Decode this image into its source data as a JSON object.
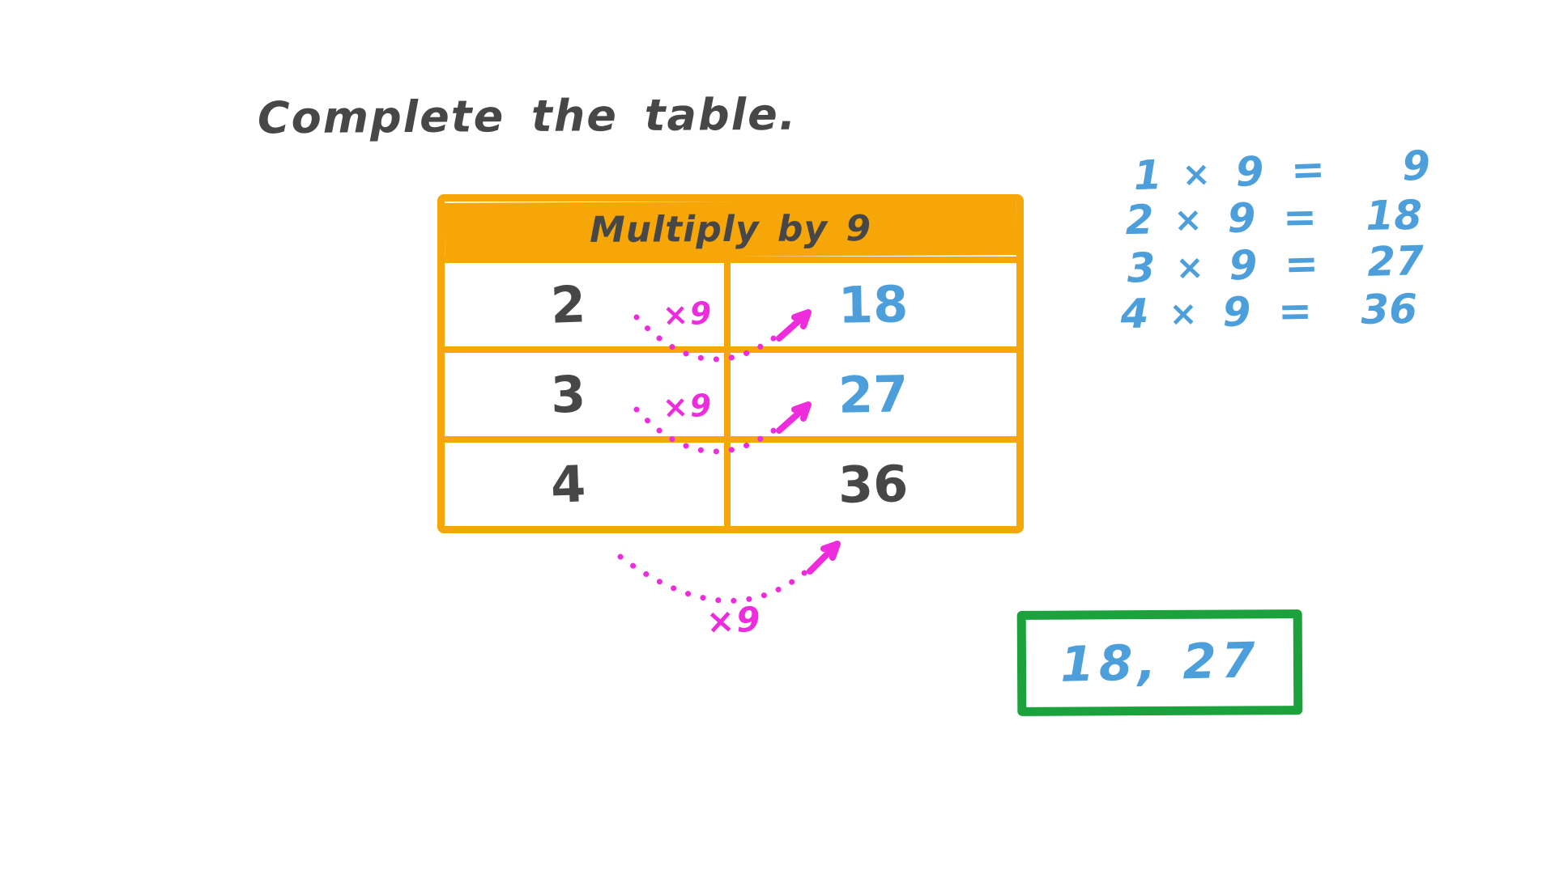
{
  "colors": {
    "background": "#FFFFFF",
    "orange": "#F7A608",
    "ink": "#474747",
    "blue": "#4D9FDB",
    "pink": "#EF2BDE",
    "green": "#1CA23C"
  },
  "title": "Complete the table.",
  "table": {
    "header": "Multiply by 9",
    "rows": [
      {
        "input": "2",
        "output": "18",
        "output_color": "blue"
      },
      {
        "input": "3",
        "output": "27",
        "output_color": "blue"
      },
      {
        "input": "4",
        "output": "36",
        "output_color": "ink"
      }
    ]
  },
  "annotations": {
    "row1_multiplier": "×9",
    "row2_multiplier": "×9",
    "bottom_multiplier": "×9"
  },
  "equations": {
    "lines": [
      {
        "lhs": "1",
        "op": "×",
        "rhs": "9",
        "eq": "=",
        "result": "9"
      },
      {
        "lhs": "2",
        "op": "×",
        "rhs": "9",
        "eq": "=",
        "result": "18"
      },
      {
        "lhs": "3",
        "op": "×",
        "rhs": "9",
        "eq": "=",
        "result": "27"
      },
      {
        "lhs": "4",
        "op": "×",
        "rhs": "9",
        "eq": "=",
        "result": "36"
      }
    ]
  },
  "answer_box": {
    "value": "18, 27"
  }
}
